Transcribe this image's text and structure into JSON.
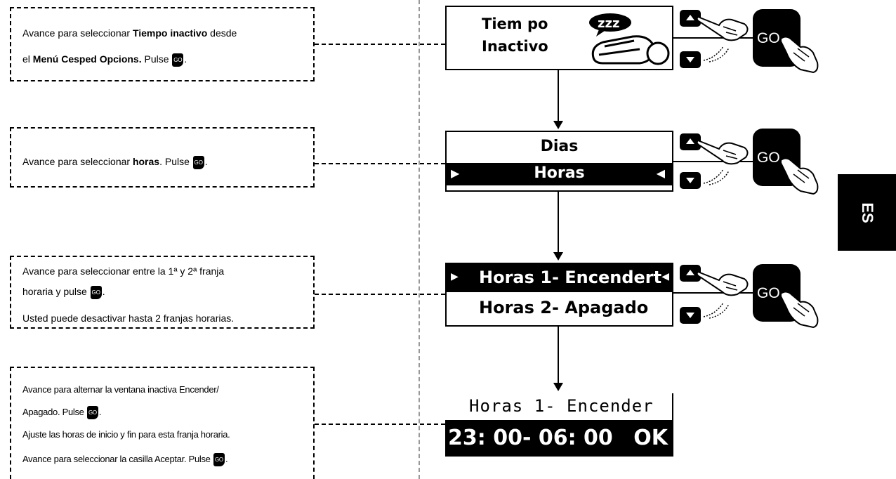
{
  "steps": [
    {
      "line1": {
        "pre": "Avance para seleccionar ",
        "bold": "Tiempo inactivo",
        "post": " desde"
      },
      "line2": {
        "pre": "el ",
        "bold": "Menú Cesped Opcions.",
        "post": " Pulse ",
        "end": "."
      }
    },
    {
      "line1": {
        "pre": "Avance para seleccionar ",
        "bold": "horas",
        "post": ". Pulse ",
        "end": "."
      }
    },
    {
      "line1": "Avance para seleccionar entre la 1ª y 2ª franja",
      "line2": {
        "pre": "horaria y pulse ",
        "end": "."
      },
      "line3": "Usted puede desactivar hasta 2 franjas horarias."
    },
    {
      "line1": "Avance para alternar la ventana inactiva Encender/",
      "line2": {
        "pre": "Apagado. Pulse ",
        "end": "."
      },
      "line3": "Ajuste las horas de inicio y fin para esta franja horaria.",
      "line4": {
        "pre": "Avance para seleccionar la casilla Aceptar. Pulse ",
        "end": "."
      }
    }
  ],
  "go_label": "GO",
  "screens": {
    "s1": {
      "line1": "Tiem po",
      "line2": "Inactivo",
      "zzz": "zzz"
    },
    "s2": {
      "line1": "Dias",
      "line2": "Horas"
    },
    "s3": {
      "line1": "Horas 1- Encendert",
      "line2": "Horas 2- Apagado"
    },
    "s4": {
      "line1": "Horas 1- Encender",
      "line2_time": "23: 00- 06: 00",
      "line2_ok": "OK"
    }
  },
  "side_tab": "ES"
}
